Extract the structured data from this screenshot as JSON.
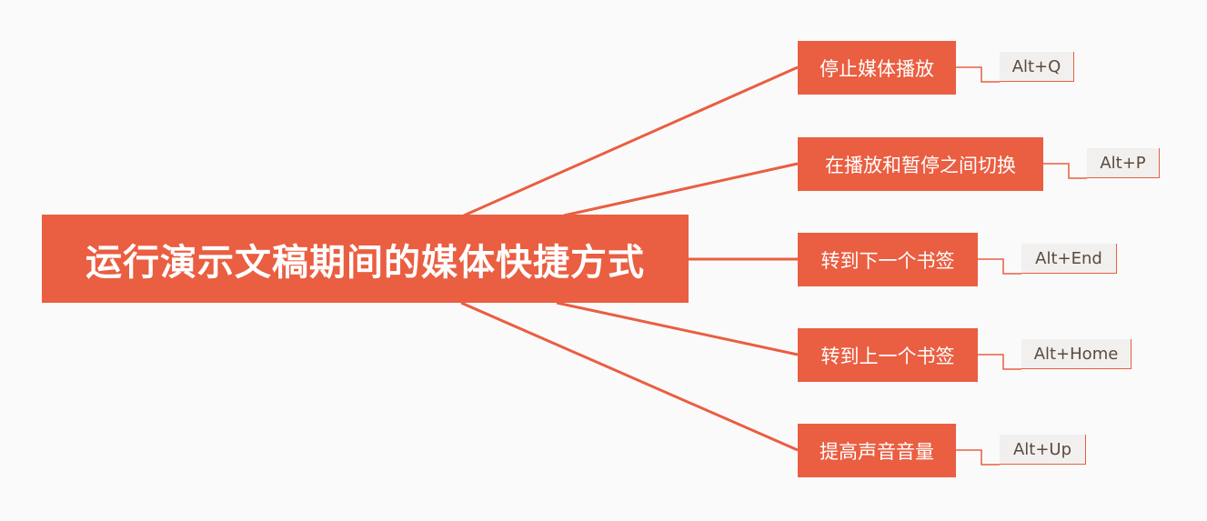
{
  "colors": {
    "accent": "#ea5e41",
    "background": "#fafafa",
    "leaf_background": "#f2f0ee",
    "leaf_text": "#5b4a3d"
  },
  "root": {
    "label": "运行演示文稿期间的媒体快捷方式"
  },
  "branches": [
    {
      "label": "停止媒体播放",
      "shortcut": "Alt+Q"
    },
    {
      "label": "在播放和暂停之间切换",
      "shortcut": "Alt+P"
    },
    {
      "label": "转到下一个书签",
      "shortcut": "Alt+End"
    },
    {
      "label": "转到上一个书签",
      "shortcut": "Alt+Home"
    },
    {
      "label": "提高声音音量",
      "shortcut": "Alt+Up"
    }
  ]
}
